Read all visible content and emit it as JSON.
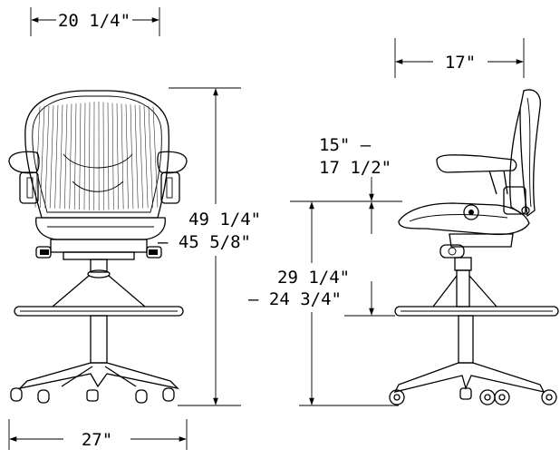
{
  "dimensions": {
    "front_width_top": "20 1/4\"",
    "front_height_line1": "49 1/4\"",
    "front_height_line2": "– 45 5/8\"",
    "front_base_width": "27\"",
    "side_depth": "17\"",
    "side_arm_height_line1": "15\" –",
    "side_arm_height_line2": "17 1/2\"",
    "side_seat_height_line1": "29 1/4\"",
    "side_seat_height_line2": "– 24 3/4\""
  },
  "colors": {
    "line": "#000000",
    "background": "#ffffff"
  }
}
